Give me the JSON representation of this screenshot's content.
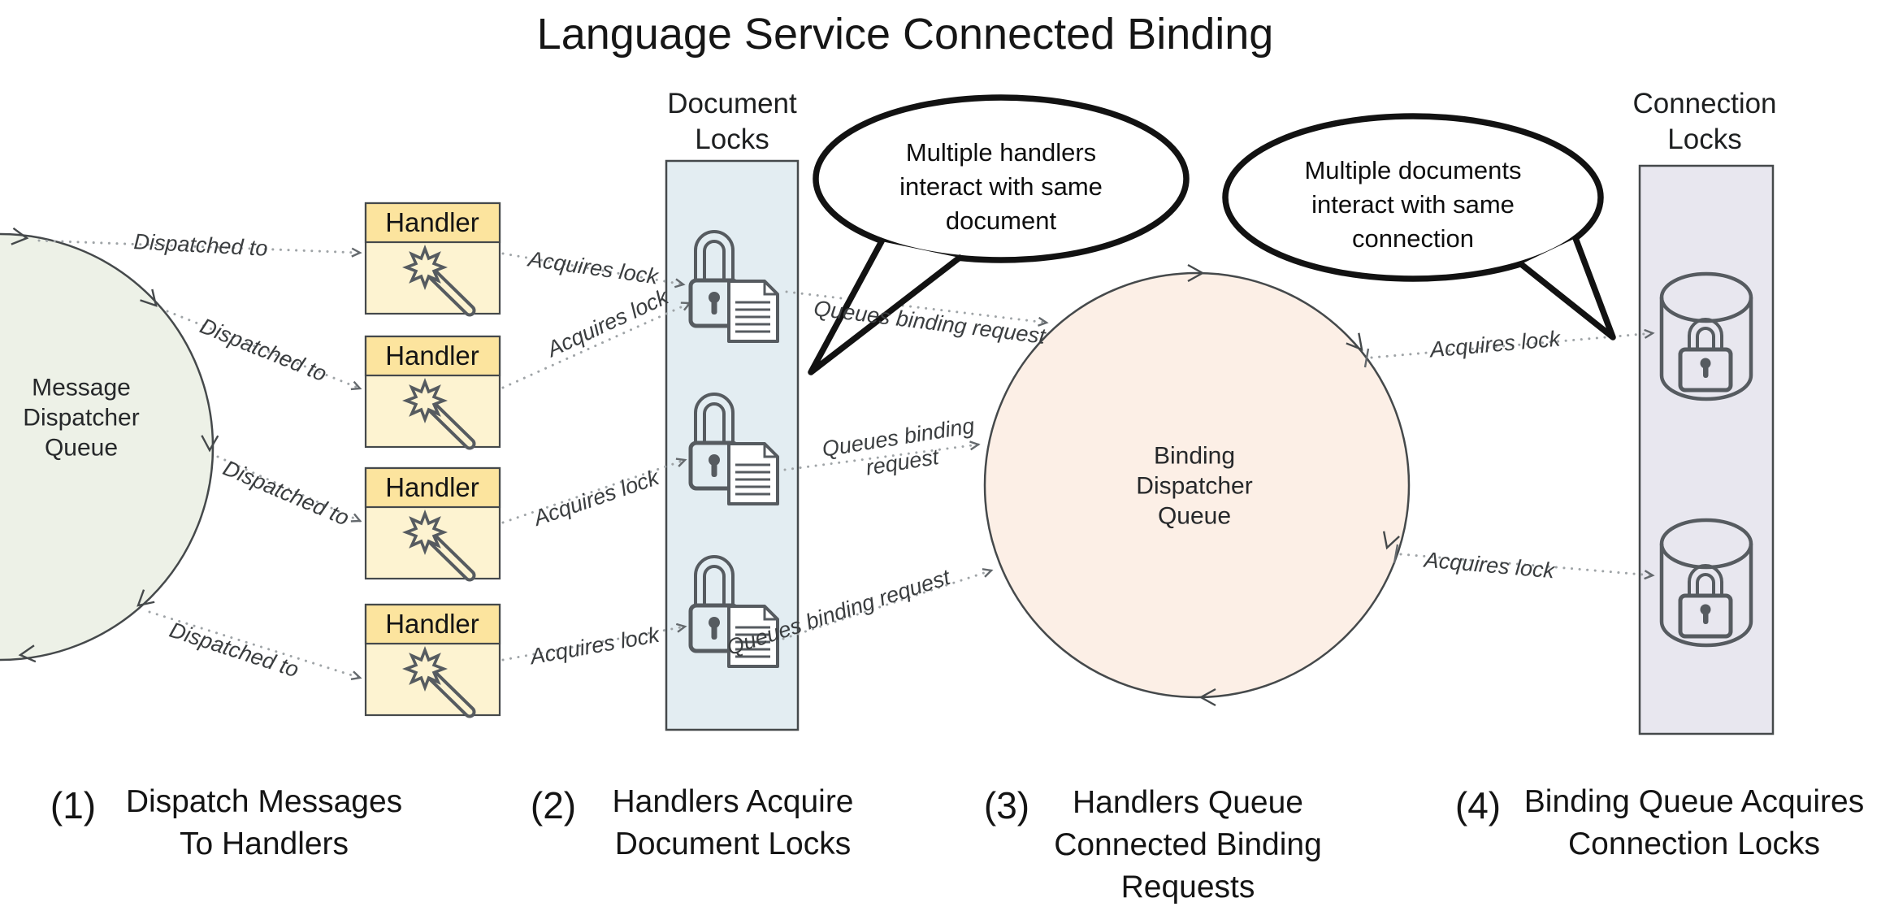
{
  "title": "Language Service Connected Binding",
  "nodes": {
    "message_queue": {
      "label": "Message\nDispatcher\nQueue"
    },
    "binding_queue": {
      "label": "Binding\nDispatcher\nQueue"
    },
    "document_locks": {
      "label": "Document\nLocks"
    },
    "connection_locks": {
      "label": "Connection\nLocks"
    },
    "handlers": [
      {
        "label": "Handler"
      },
      {
        "label": "Handler"
      },
      {
        "label": "Handler"
      },
      {
        "label": "Handler"
      }
    ]
  },
  "edges": {
    "dispatched_to": [
      "Dispatched to",
      "Dispatched to",
      "Dispatched to",
      "Dispatched to"
    ],
    "acquires_lock": [
      "Acquires lock",
      "Acquires lock",
      "Acquires lock",
      "Acquires lock",
      "Acquires lock",
      "Acquires lock"
    ],
    "queues_binding": [
      "Queues binding request",
      "Queues binding\nrequest",
      "Queues binding request"
    ]
  },
  "callouts": [
    {
      "text": "Multiple handlers\ninteract with same\ndocument"
    },
    {
      "text": "Multiple documents\ninteract with same\nconnection"
    }
  ],
  "captions": [
    {
      "number": "(1)",
      "text": "Dispatch Messages\nTo Handlers"
    },
    {
      "number": "(2)",
      "text": "Handlers Acquire\nDocument Locks"
    },
    {
      "number": "(3)",
      "text": "Handlers Queue\nConnected Binding\nRequests"
    },
    {
      "number": "(4)",
      "text": "Binding Queue Acquires\nConnection Locks"
    }
  ],
  "colors": {
    "message_fill": "#edf1e7",
    "binding_fill": "#fcefe6",
    "handler_title": "#fce49e",
    "handler_body": "#fdf3d1",
    "doclocks_fill": "#e3edf2",
    "connlocks_fill": "#e8e7ef",
    "box_stroke": "#45494b",
    "icon": "#565b60",
    "dots": "#9fa4a7",
    "arrow": "#64696d",
    "bubble_stroke": "#121212"
  }
}
